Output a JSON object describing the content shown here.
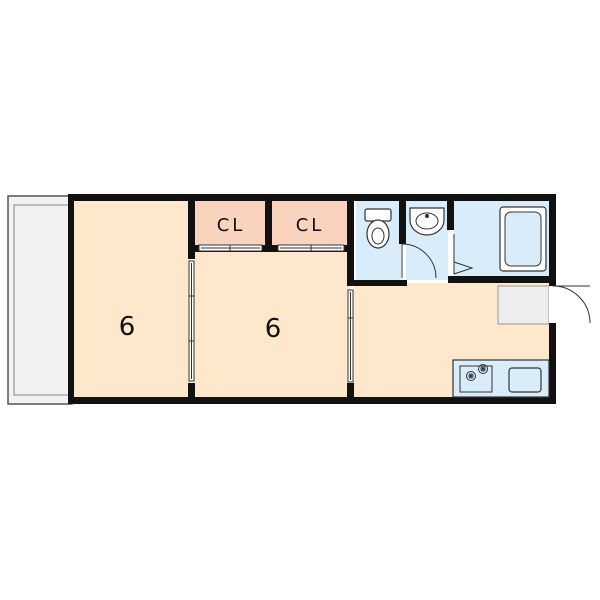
{
  "rooms": {
    "room_west": {
      "label": "6"
    },
    "room_middle": {
      "label": "6"
    },
    "closet_1": {
      "label": "CL"
    },
    "closet_2": {
      "label": "CL"
    }
  },
  "colors": {
    "room": "#FDE8CB",
    "closet": "#FAD3BF",
    "wet": "#D9ECFA",
    "balcony": "#F2F2F2",
    "entry": "#EDEDED",
    "wall": "#111111"
  },
  "icons": [
    "toilet-icon",
    "wash-basin-icon",
    "bathtub-icon",
    "gas-stove-icon",
    "sink-icon",
    "door-swing-icon",
    "sliding-door-icon"
  ]
}
